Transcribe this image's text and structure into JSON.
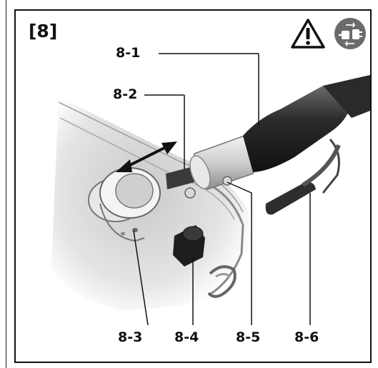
{
  "figure": {
    "label": "[8]"
  },
  "callouts": {
    "c1": "8-1",
    "c2": "8-2",
    "c3": "8-3",
    "c4": "8-4",
    "c5": "8-5",
    "c6": "8-6"
  },
  "icons": {
    "warning": "warning-triangle-icon",
    "unplug": "unplug-power-icon"
  },
  "colors": {
    "ink": "#111111",
    "unplug_badge": "#6b6b6b"
  }
}
